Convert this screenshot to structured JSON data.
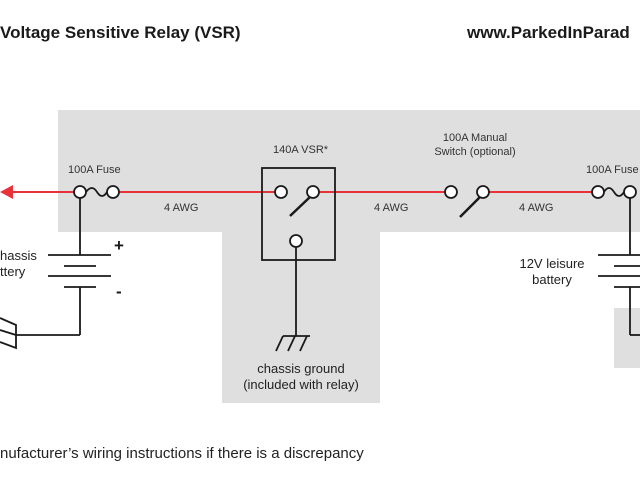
{
  "header": {
    "title": "Voltage Sensitive Relay (VSR)",
    "website": "www.ParkedInParad"
  },
  "diagram": {
    "left_fuse": "100A Fuse",
    "right_fuse": "100A Fuse",
    "vsr_label": "140A VSR*",
    "manual_switch_label": [
      "100A Manual",
      "Switch (optional)"
    ],
    "wire_labels": [
      "4 AWG",
      "4 AWG",
      "4 AWG"
    ],
    "chassis_battery_label": [
      "hassis",
      "ttery"
    ],
    "leisure_battery_label": [
      "12V leisure",
      "battery"
    ],
    "plus": "+",
    "minus": "-",
    "ground_label": [
      "chassis ground",
      "(included with relay)"
    ],
    "colors": {
      "wire": "#e8323a",
      "highlight": "#dfdfdf",
      "line": "#1a1a1a"
    }
  },
  "footer": {
    "note": "nufacturer’s wiring instructions if there is a discrepancy"
  }
}
